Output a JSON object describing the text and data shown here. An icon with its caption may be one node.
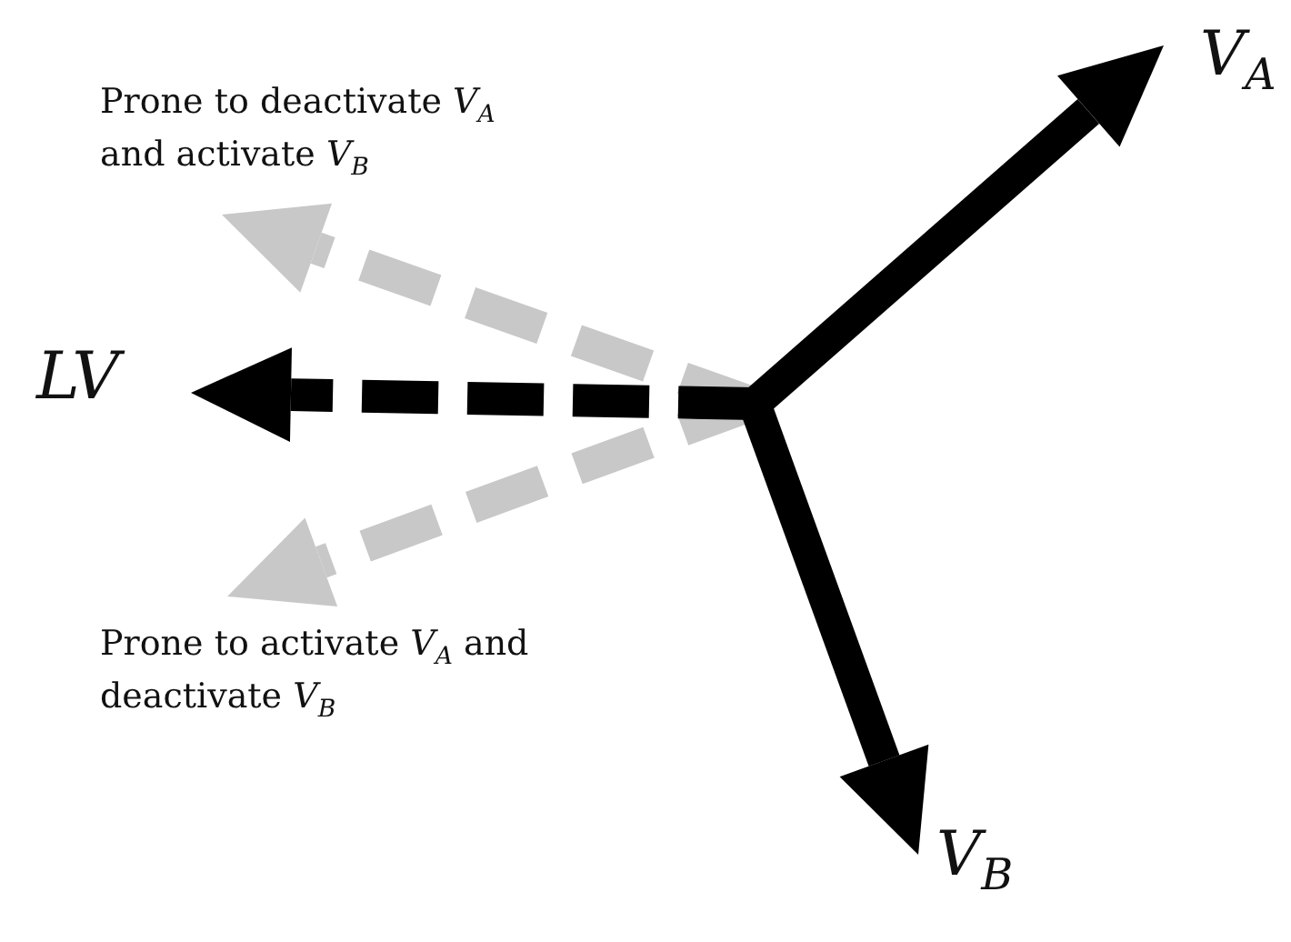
{
  "diagram": {
    "labels": [
      "V$_{A}$",
      "Prone to deactivate *V*$_{A}$ and activate *V*$_{B}$",
      "LV",
      "Prone to activate *V*$_{A}$ and deactivate *V*$_{B}$",
      "V$_{B}$"
    ]
  }
}
